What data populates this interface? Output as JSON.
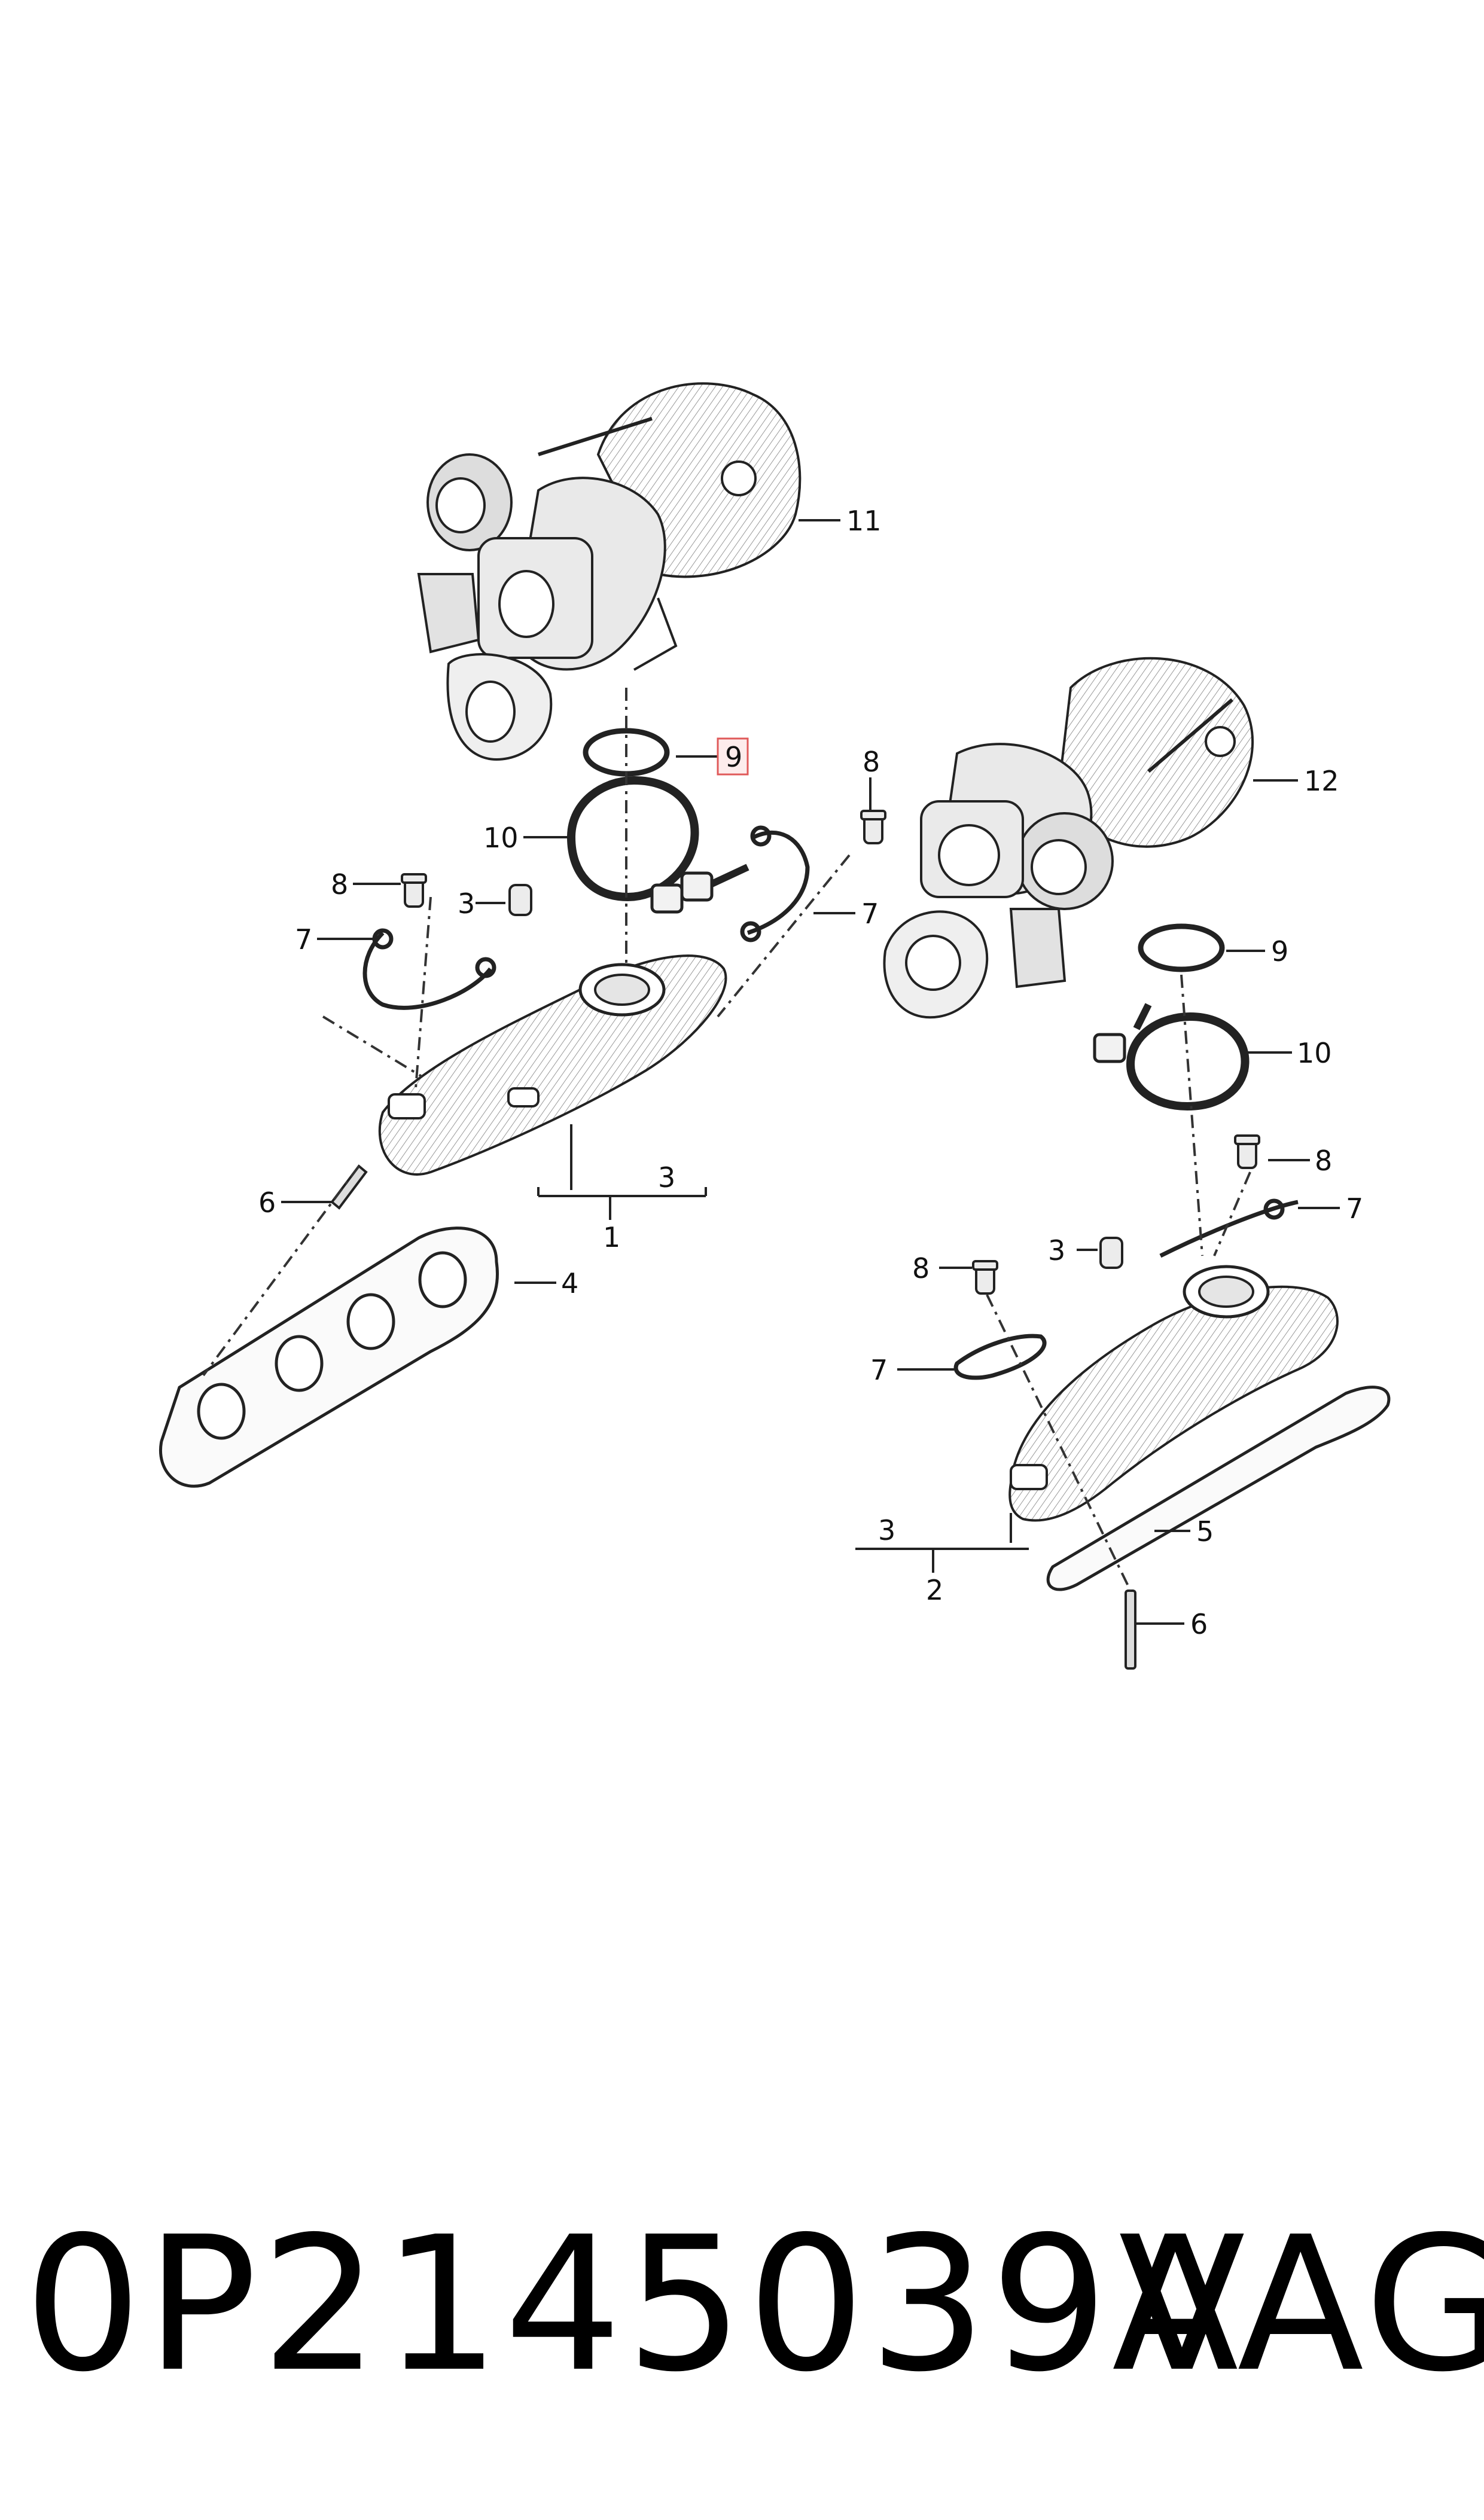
{
  "diagram": {
    "callouts": {
      "turbo_left": "11",
      "turbo_right": "12",
      "seal_ring_left": "9",
      "seal_ring_right": "9",
      "clamp_left": "10",
      "clamp_right": "10",
      "bolt_left_a": "8",
      "bolt_left_b": "8",
      "bolt_right_a": "8",
      "bolt_right_b": "8",
      "sleeve_left": "3",
      "sleeve_right": "3",
      "gasket_left_a": "7",
      "gasket_left_b": "7",
      "gasket_right_a": "7",
      "gasket_right_b": "7",
      "stud_left": "6",
      "stud_right": "6",
      "manifold_gasket_left": "4",
      "manifold_gasket_right": "5",
      "assembly_left": "1",
      "assembly_left_sub": "3",
      "assembly_right": "2",
      "assembly_right_sub": "3"
    },
    "highlight_color": "#e05a5a",
    "line_color": "#222222"
  },
  "footer": {
    "part_number": "0P2145039A",
    "brand": "VAG"
  }
}
